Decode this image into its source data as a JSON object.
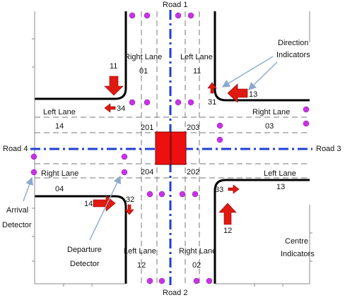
{
  "colors": {
    "road_edge": "#000000",
    "lane_dash": "#777777",
    "center_line": "#1f3fd6",
    "detector": "#c832e6",
    "arrow": "#e01a10",
    "center_indicator": "#ee1010",
    "callout": "#8aa9cf"
  },
  "roads": {
    "road1": "Road 1",
    "road2": "Road 2",
    "road3": "Road 3",
    "road4": "Road 4"
  },
  "lanes": {
    "r1_right_name": "Right Lane",
    "r1_right_num": "01",
    "r1_left_name": "Left Lane",
    "r1_left_num": "11",
    "r4_left_name": "Left Lane",
    "r4_left_num": "14",
    "r3_right_name": "Right Lane",
    "r3_right_num": "03",
    "r4_right_name": "Right Lane",
    "r4_right_num": "04",
    "r3_left_name": "Left Lane",
    "r3_left_num": "13",
    "r2_left_name": "Left Lane",
    "r2_left_num": "12",
    "r2_right_name": "Right Lane",
    "r2_right_num": "02"
  },
  "indicator_ids": {
    "i201": "201",
    "i203": "203",
    "i204": "204",
    "i202": "202"
  },
  "arrows": {
    "a11": "11",
    "a13": "13",
    "a14": "14",
    "a12": "12",
    "a31": "31",
    "a32": "32",
    "a33": "33",
    "a34": "34"
  },
  "annotations": {
    "direction_line1": "Direction",
    "direction_line2": "Indicators",
    "arrival_line1": "Arrival",
    "arrival_line2": "Detector",
    "departure_line1": "Departure",
    "departure_line2": "Detector",
    "centre_line1": "Centre",
    "centre_line2": "Indicators"
  }
}
